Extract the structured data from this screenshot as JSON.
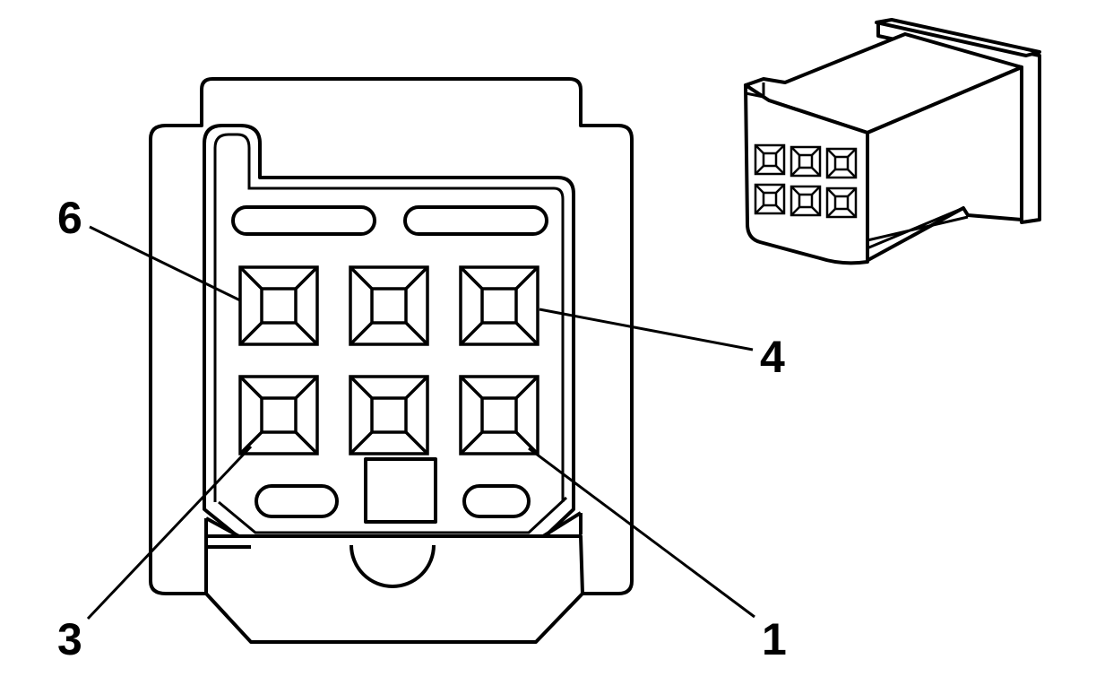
{
  "diagram": {
    "callouts": [
      {
        "id": "pin-6",
        "label": "6"
      },
      {
        "id": "pin-4",
        "label": "4"
      },
      {
        "id": "pin-3",
        "label": "3"
      },
      {
        "id": "pin-1",
        "label": "1"
      }
    ],
    "connector": {
      "cavity_rows": 2,
      "cavity_columns": 3
    },
    "colors": {
      "line": "#000000",
      "background": "#ffffff"
    }
  }
}
